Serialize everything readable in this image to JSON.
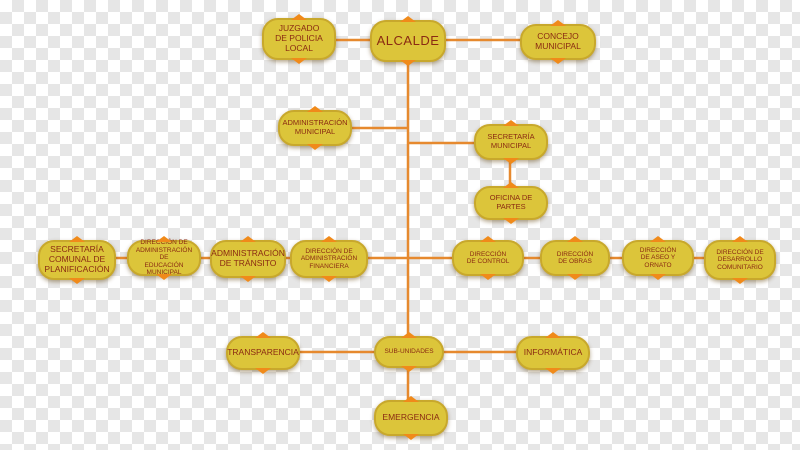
{
  "nodes": {
    "alcalde": "ALCALDE",
    "juzgado": "JUZGADO\nDE POLICIA\nLOCAL",
    "concejo": "CONCEJO\nMUNICIPAL",
    "administracion_municipal": "ADMINISTRACIÓN\nMUNICIPAL",
    "secretaria_municipal": "SECRETARÍA\nMUNICIPAL",
    "oficina_partes": "OFICINA DE\nPARTES",
    "secplan": "SECRETARÍA\nCOMUNAL DE\nPLANIFICACIÓN",
    "daem": "DIRECCIÓN DE\nADMINISTRACIÓN DE\nEDUCACIÓN MUNICIPAL",
    "transito": "ADMINISTRACIÓN\nDE TRÁNSITO",
    "financiera": "DIRECCIÓN DE\nADMINISTRACIÓN\nFINANCIERA",
    "control": "DIRECCIÓN\nDE CONTROL",
    "obras": "DIRECCIÓN\nDE OBRAS",
    "aseo": "DIRECCIÓN\nDE ASEO Y ORNATO",
    "desarrollo": "DIRECCIÓN DE\nDESARROLLO\nCOMUNITARIO",
    "transparencia": "TRANSPARENCIA",
    "subunidades": "SUB-UNIDADES",
    "informatica": "INFORMÁTICA",
    "emergencia": "EMERGENCIA"
  },
  "colors": {
    "node_fill": "#dcc53a",
    "node_border": "#c8a82c",
    "node_text": "#8a2a12",
    "connector": "#e6892e",
    "marker": "#f08a1a"
  }
}
